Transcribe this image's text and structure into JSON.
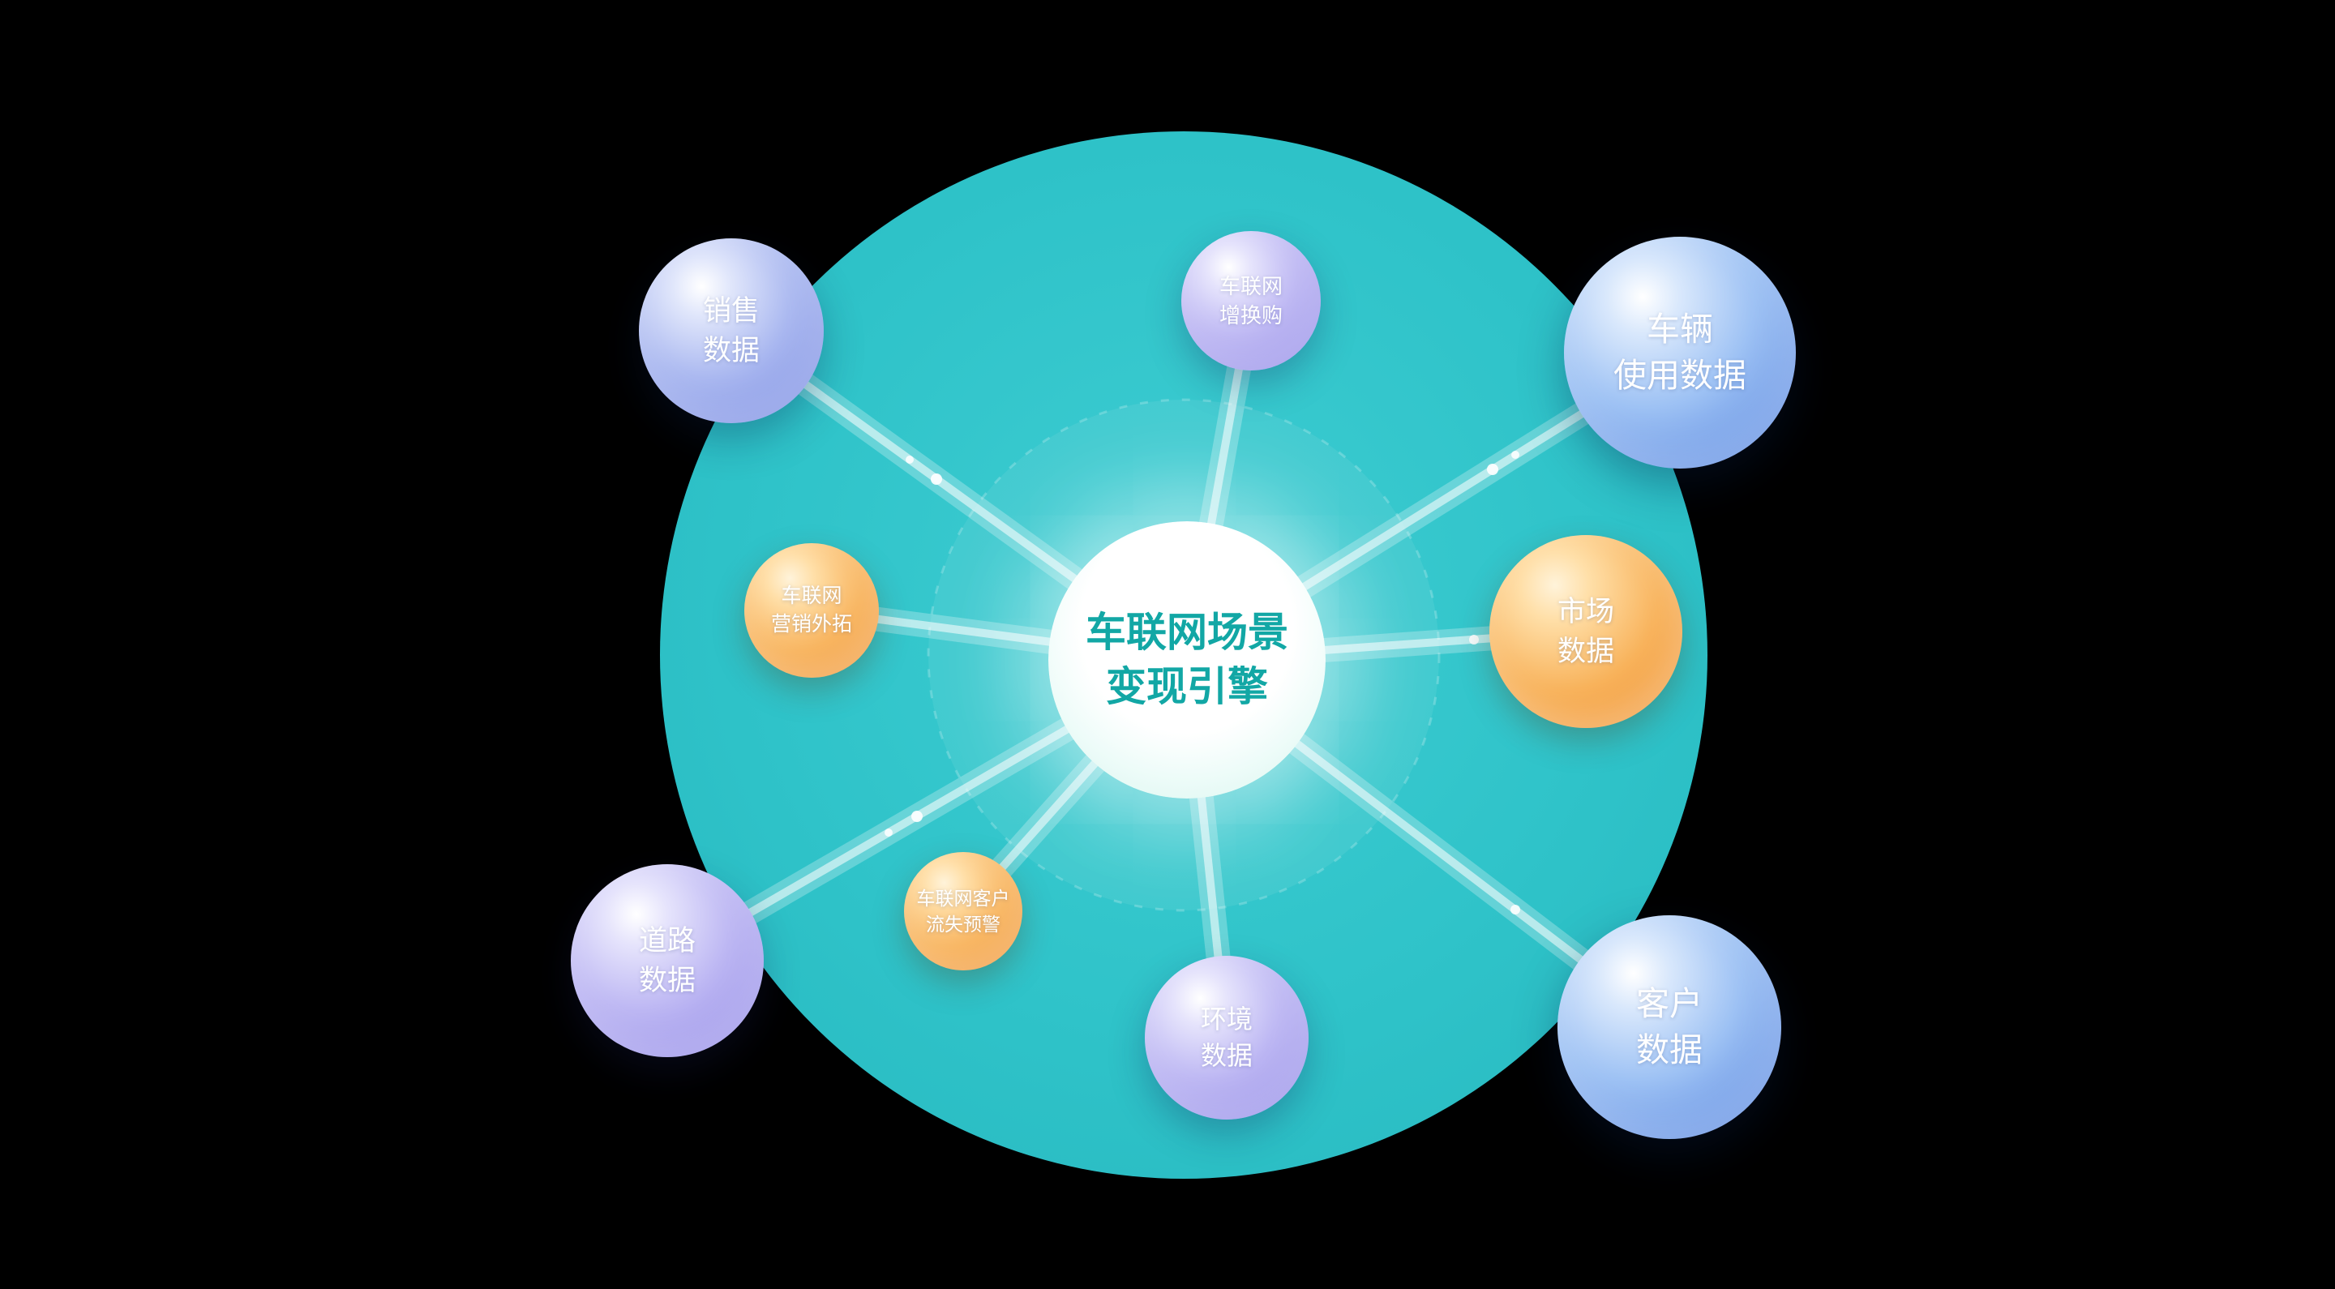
{
  "theme": {
    "background": "#000000",
    "main_circle": "#2fc3c9",
    "blue_sphere": "#5585da",
    "purple_sphere": "#948ce8",
    "orange_sphere": "#ef8e28",
    "center_text_color": "#12a7a5",
    "node_text_color": "#ffffff"
  },
  "center": {
    "line1": "车联网场景",
    "line2": "变现引擎"
  },
  "nodes": [
    {
      "id": "sales-data",
      "line1": "销售",
      "line2": "数据"
    },
    {
      "id": "iov-upgrade",
      "line1": "车联网",
      "line2": "增换购"
    },
    {
      "id": "vehicle-usage-data",
      "line1": "车辆",
      "line2": "使用数据"
    },
    {
      "id": "iov-marketing",
      "line1": "车联网",
      "line2": "营销外拓"
    },
    {
      "id": "market-data",
      "line1": "市场",
      "line2": "数据"
    },
    {
      "id": "road-data",
      "line1": "道路",
      "line2": "数据"
    },
    {
      "id": "iov-churn-warning",
      "line1": "车联网客户",
      "line2": "流失预警"
    },
    {
      "id": "environment-data",
      "line1": "环境",
      "line2": "数据"
    },
    {
      "id": "customer-data",
      "line1": "客户",
      "line2": "数据"
    }
  ]
}
